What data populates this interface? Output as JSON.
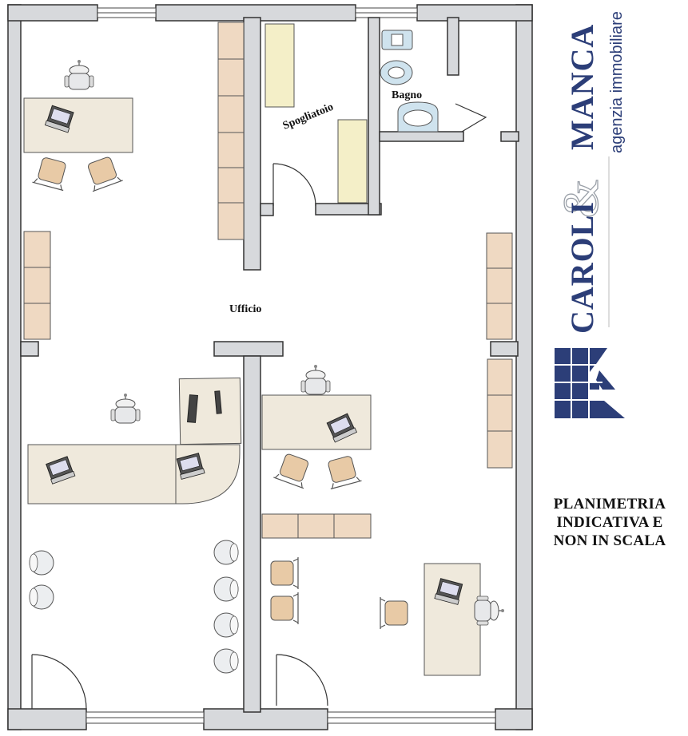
{
  "rooms": {
    "ufficio": "Ufficio",
    "spogliatoio": "Spogliatoio",
    "bagno": "Bagno"
  },
  "brand": {
    "name_top": "MANCA",
    "ampersand": "&",
    "name_bottom": "CAROLI",
    "tagline": "agenzia immobiliare",
    "color_primary": "#2c3e78",
    "color_secondary": "#9aa0a8"
  },
  "note": {
    "line1": "PLANIMETRIA",
    "line2": "INDICATIVA E",
    "line3": "NON IN SCALA"
  },
  "palette": {
    "wall_fill": "#d7d9dc",
    "wall_stroke": "#333333",
    "desk": "#efe9dc",
    "cabinet": "#efd9c2",
    "chair": "#e6c9a6",
    "bench": "#f4efc8"
  }
}
